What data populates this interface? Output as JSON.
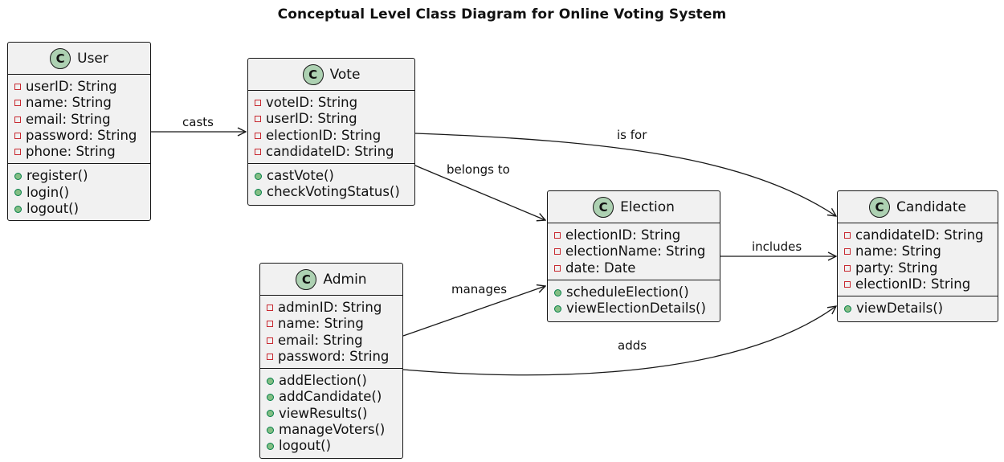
{
  "title": "Conceptual Level Class Diagram for Online Voting System",
  "classes": {
    "user": {
      "badge": "C",
      "name": "User",
      "attributes": [
        "userID: String",
        "name: String",
        "email: String",
        "password: String",
        "phone: String"
      ],
      "operations": [
        "register()",
        "login()",
        "logout()"
      ]
    },
    "vote": {
      "badge": "C",
      "name": "Vote",
      "attributes": [
        "voteID: String",
        "userID: String",
        "electionID: String",
        "candidateID: String"
      ],
      "operations": [
        "castVote()",
        "checkVotingStatus()"
      ]
    },
    "election": {
      "badge": "C",
      "name": "Election",
      "attributes": [
        "electionID: String",
        "electionName: String",
        "date: Date"
      ],
      "operations": [
        "scheduleElection()",
        "viewElectionDetails()"
      ]
    },
    "admin": {
      "badge": "C",
      "name": "Admin",
      "attributes": [
        "adminID: String",
        "name: String",
        "email: String",
        "password: String"
      ],
      "operations": [
        "addElection()",
        "addCandidate()",
        "viewResults()",
        "manageVoters()",
        "logout()"
      ]
    },
    "candidate": {
      "badge": "C",
      "name": "Candidate",
      "attributes": [
        "candidateID: String",
        "name: String",
        "party: String",
        "electionID: String"
      ],
      "operations": [
        "viewDetails()"
      ]
    }
  },
  "relations": {
    "casts": "casts",
    "is_for": "is for",
    "belongs_to": "belongs to",
    "includes": "includes",
    "manages": "manages",
    "adds": "adds"
  },
  "colors": {
    "class_fill": "#f1f1f1",
    "badge_fill": "#add1b2",
    "private_marker": "#c82930",
    "public_marker": "#84be84",
    "line": "#181818"
  }
}
